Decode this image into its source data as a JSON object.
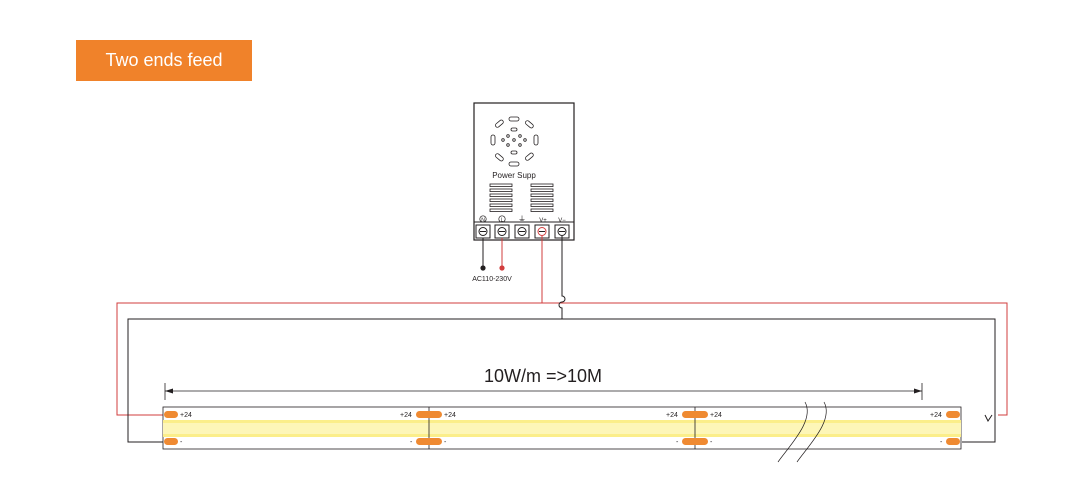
{
  "header": {
    "badge_label": "Two ends feed"
  },
  "power_supply": {
    "label": "Power Supp",
    "terminals": [
      "N",
      "L",
      "⏚",
      "V+",
      "V−"
    ],
    "ac_label": "AC110-230V"
  },
  "strip": {
    "length_label": "10W/m =>10M",
    "positive_label": "+24",
    "negative_label": "-",
    "segments": 3
  },
  "colors": {
    "accent": "#f0822a",
    "wire_red": "#d23c3c",
    "wire_black": "#231f20",
    "led_yellow": "#fbee8a",
    "pad_orange": "#ef8a32"
  }
}
